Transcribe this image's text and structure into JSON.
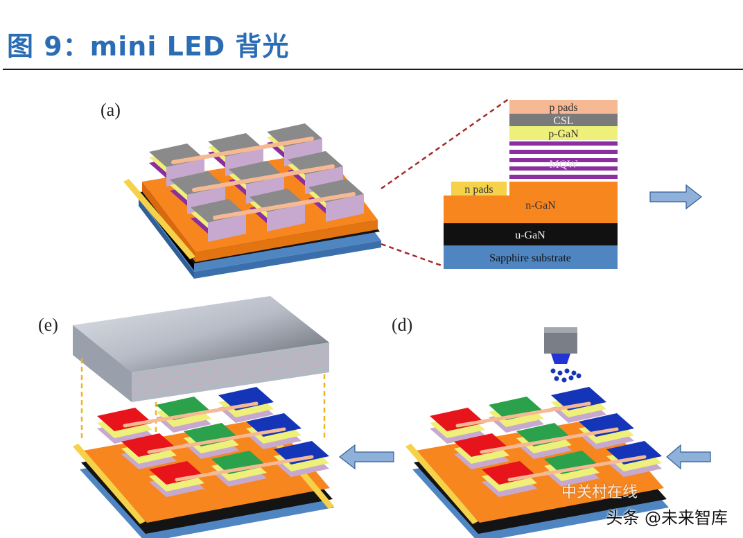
{
  "title": "图 9：mini LED 背光",
  "panels": {
    "a": "(a)",
    "d": "(d)",
    "e": "(e)"
  },
  "layers": {
    "p_pads": "p pads",
    "csl": "CSL",
    "p_gan": "p-GaN",
    "mqw": "MQW",
    "n_pads": "n pads",
    "n_gan": "n-GaN",
    "u_gan": "u-GaN",
    "sapphire": "Sapphire substrate"
  },
  "colors": {
    "title": "#2a6db5",
    "p_pads": "#f6b993",
    "csl": "#7a7a7a",
    "p_gan": "#eef07a",
    "mqw": "#8b2f9e",
    "n_pads": "#f5d24a",
    "n_gan": "#f7861f",
    "u_gan": "#111111",
    "sapphire": "#4f86c2",
    "arrow": "#8fb0d8",
    "red": "#e8141c",
    "green": "#2aa14a",
    "blue": "#1535b8"
  },
  "watermark": {
    "logo_text": "中关村在线",
    "caption": "头条 @未来智库"
  }
}
